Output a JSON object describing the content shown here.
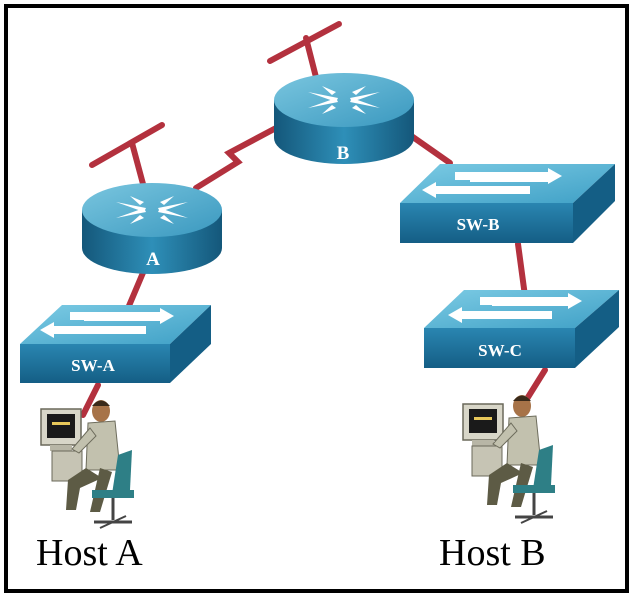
{
  "routers": {
    "a": {
      "label": "A"
    },
    "b": {
      "label": "B"
    }
  },
  "switches": {
    "a": {
      "label": "SW-A"
    },
    "b": {
      "label": "SW-B"
    },
    "c": {
      "label": "SW-C"
    }
  },
  "hosts": {
    "a": {
      "label": "Host A"
    },
    "b": {
      "label": "Host B"
    }
  },
  "colors": {
    "link": "#b3313e",
    "device_top": "#48a8c8",
    "device_side": "#1d6f96",
    "frame": "#000000"
  },
  "icons": {
    "router": "router-icon",
    "switch": "switch-icon",
    "host": "workstation-user-icon",
    "ethernet": "ethernet-stub-icon"
  }
}
